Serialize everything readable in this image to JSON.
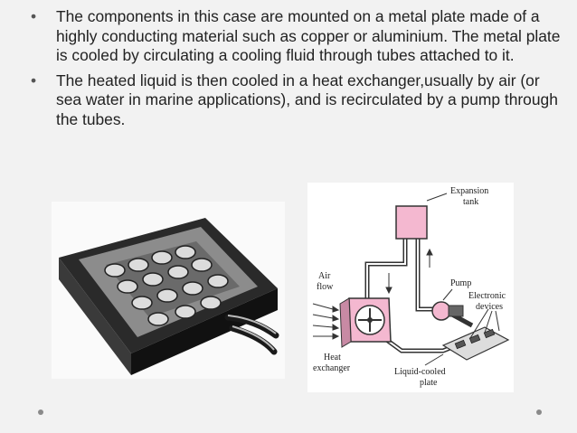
{
  "bullets": [
    "The components in this case are mounted on a metal plate made of a highly conducting material such as copper or aluminium. The metal plate is cooled by circulating a cooling fluid through tubes attached to it.",
    "The heated liquid is then cooled in a heat exchanger,usually by air (or sea water in marine applications), and is recirculated by a pump through the tubes."
  ],
  "bullet_symbol": "•",
  "diagram": {
    "expansion_tank_line1": "Expansion",
    "expansion_tank_line2": "tank",
    "air_flow_line1": "Air",
    "air_flow_line2": "flow",
    "pump": "Pump",
    "electronic_devices_line1": "Electronic",
    "electronic_devices_line2": "devices",
    "heat_exchanger_line1": "Heat",
    "heat_exchanger_line2": "exchanger",
    "plate_line1": "Liquid-cooled",
    "plate_line2": "plate"
  },
  "colors": {
    "background": "#f2f2f2",
    "text": "#222222",
    "pink": "#f4b8d0"
  }
}
